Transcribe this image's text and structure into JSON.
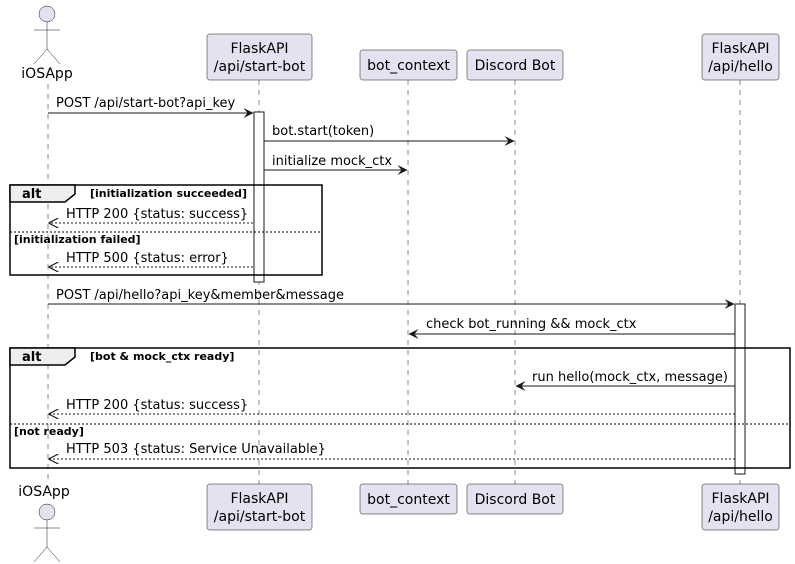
{
  "participants": {
    "ios": "iOSApp",
    "startbot": [
      "FlaskAPI",
      "/api/start-bot"
    ],
    "botctx": "bot_context",
    "discord": "Discord Bot",
    "hello": [
      "FlaskAPI",
      "/api/hello"
    ]
  },
  "messages": [
    "POST /api/start-bot?api_key",
    "bot.start(token)",
    "initialize mock_ctx",
    "HTTP 200 {status: success}",
    "HTTP 500 {status: error}",
    "POST /api/hello?api_key&member&message",
    "check bot_running && mock_ctx",
    "run hello(mock_ctx, message)",
    "HTTP 200 {status: success}",
    "HTTP 503 {status: Service Unavailable}"
  ],
  "fragments": {
    "alt1": {
      "keyword": "alt",
      "guard": "[initialization succeeded]",
      "else_guard": "[initialization failed]"
    },
    "alt2": {
      "keyword": "alt",
      "guard": "[bot & mock_ctx ready]",
      "else_guard": "[not ready]"
    }
  },
  "colors": {
    "participant_fill": "#E2E2F0",
    "line": "#181818"
  }
}
